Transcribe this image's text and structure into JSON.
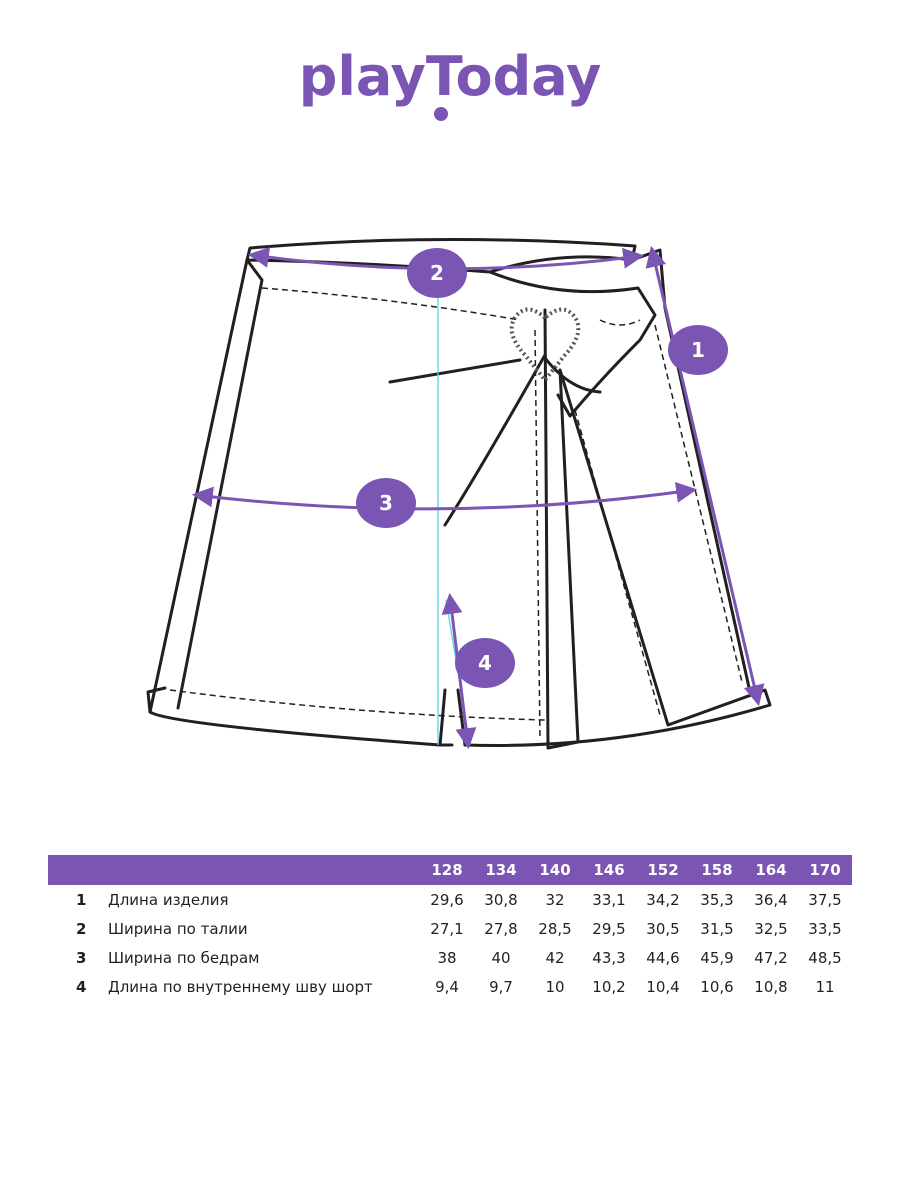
{
  "brand": {
    "logo_text": "playToday",
    "color": "#7b55b4"
  },
  "callouts": [
    "1",
    "2",
    "3",
    "4"
  ],
  "colors": {
    "accent": "#7b55b4",
    "outline": "#231f20",
    "guide": "#5ad0e6"
  },
  "table": {
    "sizes": [
      "128",
      "134",
      "140",
      "146",
      "152",
      "158",
      "164",
      "170"
    ],
    "rows": [
      {
        "num": "1",
        "label": "Длина изделия",
        "values": [
          "29,6",
          "30,8",
          "32",
          "33,1",
          "34,2",
          "35,3",
          "36,4",
          "37,5"
        ]
      },
      {
        "num": "2",
        "label": "Ширина по талии",
        "values": [
          "27,1",
          "27,8",
          "28,5",
          "29,5",
          "30,5",
          "31,5",
          "32,5",
          "33,5"
        ]
      },
      {
        "num": "3",
        "label": "Ширина по бедрам",
        "values": [
          "38",
          "40",
          "42",
          "43,3",
          "44,6",
          "45,9",
          "47,2",
          "48,5"
        ]
      },
      {
        "num": "4",
        "label": "Длина по внутреннему шву шорт",
        "values": [
          "9,4",
          "9,7",
          "10",
          "10,2",
          "10,4",
          "10,6",
          "10,8",
          "11"
        ]
      }
    ]
  }
}
